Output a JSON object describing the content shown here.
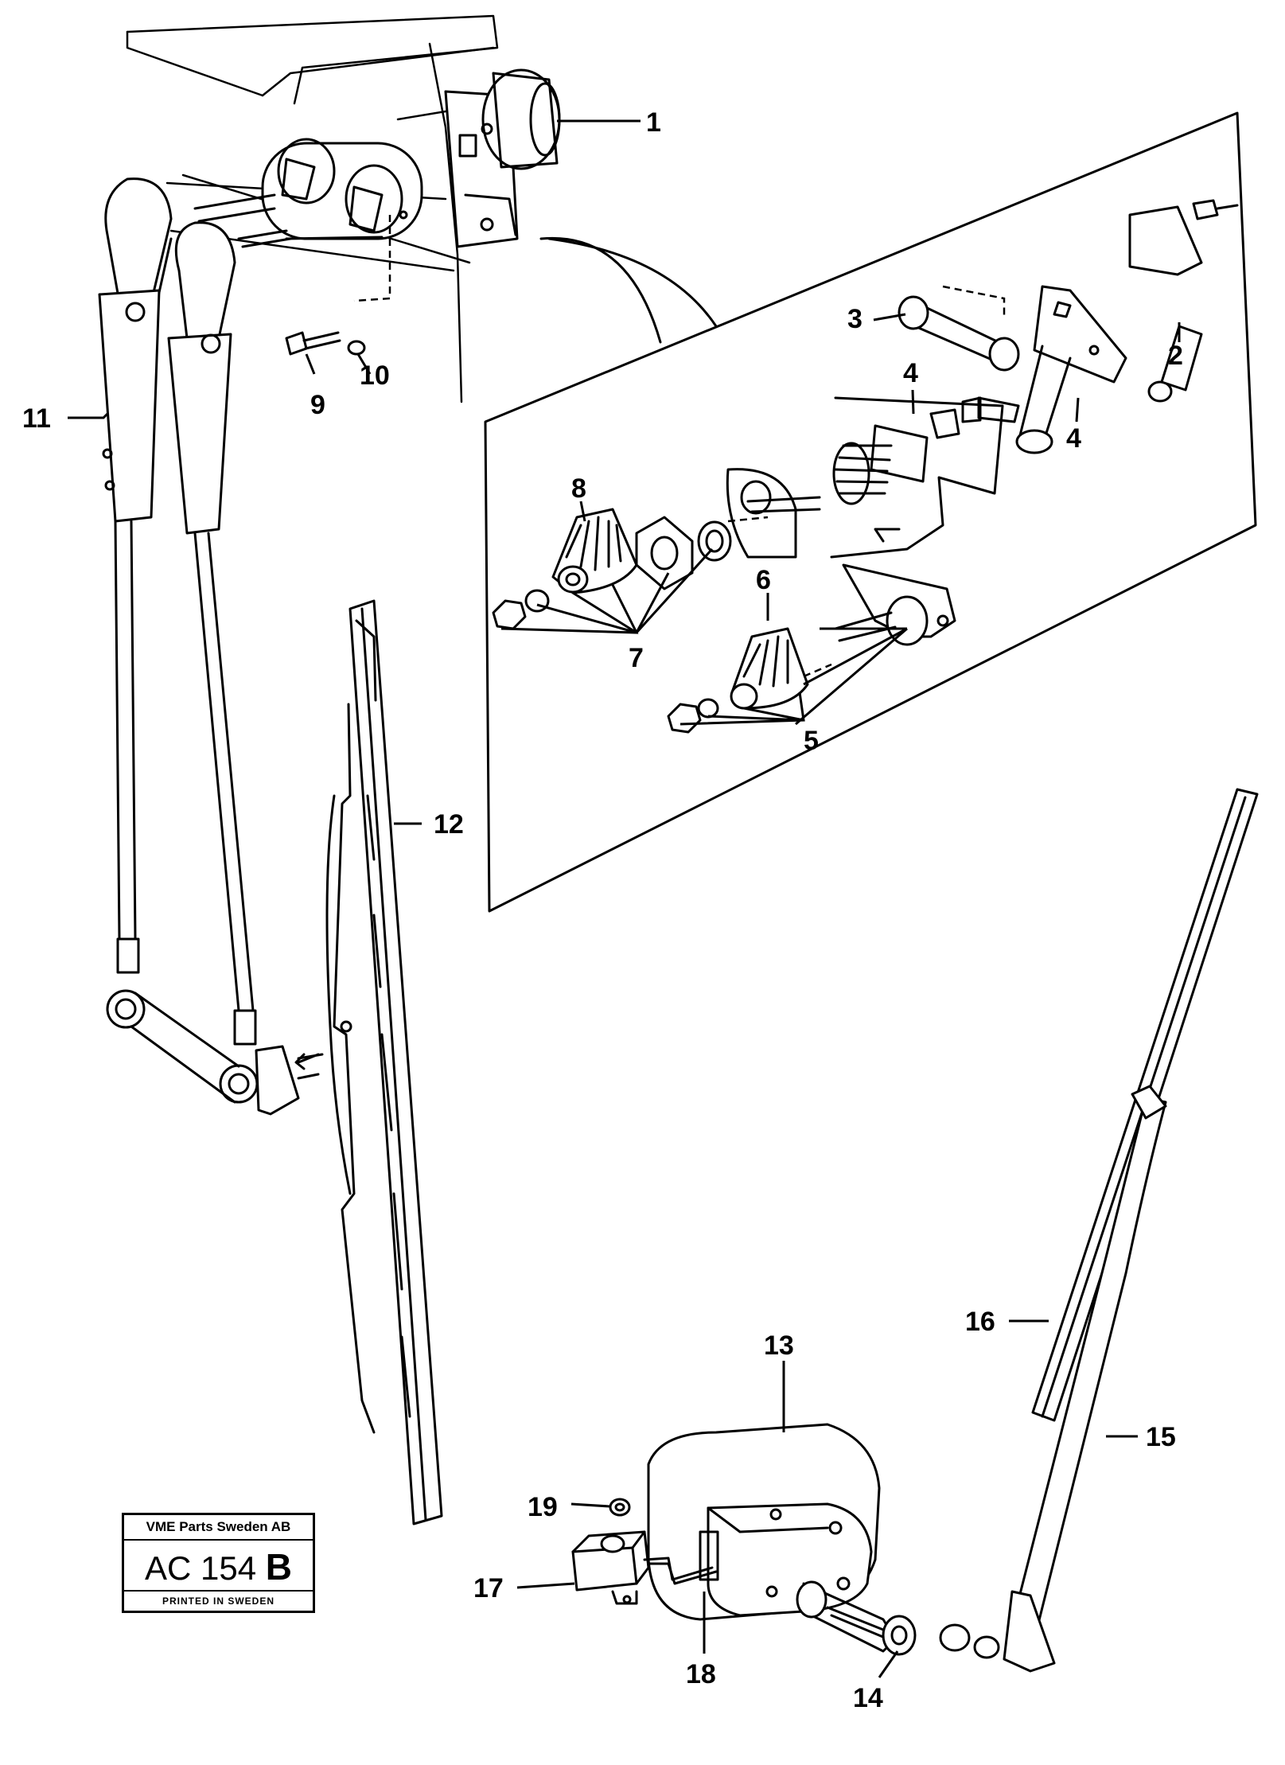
{
  "callouts": [
    {
      "id": "c1",
      "text": "1"
    },
    {
      "id": "c2",
      "text": "2"
    },
    {
      "id": "c3",
      "text": "3"
    },
    {
      "id": "c4a",
      "text": "4"
    },
    {
      "id": "c4b",
      "text": "4"
    },
    {
      "id": "c5",
      "text": "5"
    },
    {
      "id": "c6",
      "text": "6"
    },
    {
      "id": "c7",
      "text": "7"
    },
    {
      "id": "c8",
      "text": "8"
    },
    {
      "id": "c9",
      "text": "9"
    },
    {
      "id": "c10",
      "text": "10"
    },
    {
      "id": "c11",
      "text": "11"
    },
    {
      "id": "c12",
      "text": "12"
    },
    {
      "id": "c13",
      "text": "13"
    },
    {
      "id": "c14",
      "text": "14"
    },
    {
      "id": "c15",
      "text": "15"
    },
    {
      "id": "c16",
      "text": "16"
    },
    {
      "id": "c17",
      "text": "17"
    },
    {
      "id": "c18",
      "text": "18"
    },
    {
      "id": "c19",
      "text": "19"
    }
  ],
  "stamp": {
    "company": "VME Parts Sweden AB",
    "code": "AC 154",
    "revision": "B",
    "printed": "PRINTED IN SWEDEN"
  },
  "colors": {
    "ink": "#000000",
    "paper": "#ffffff"
  }
}
